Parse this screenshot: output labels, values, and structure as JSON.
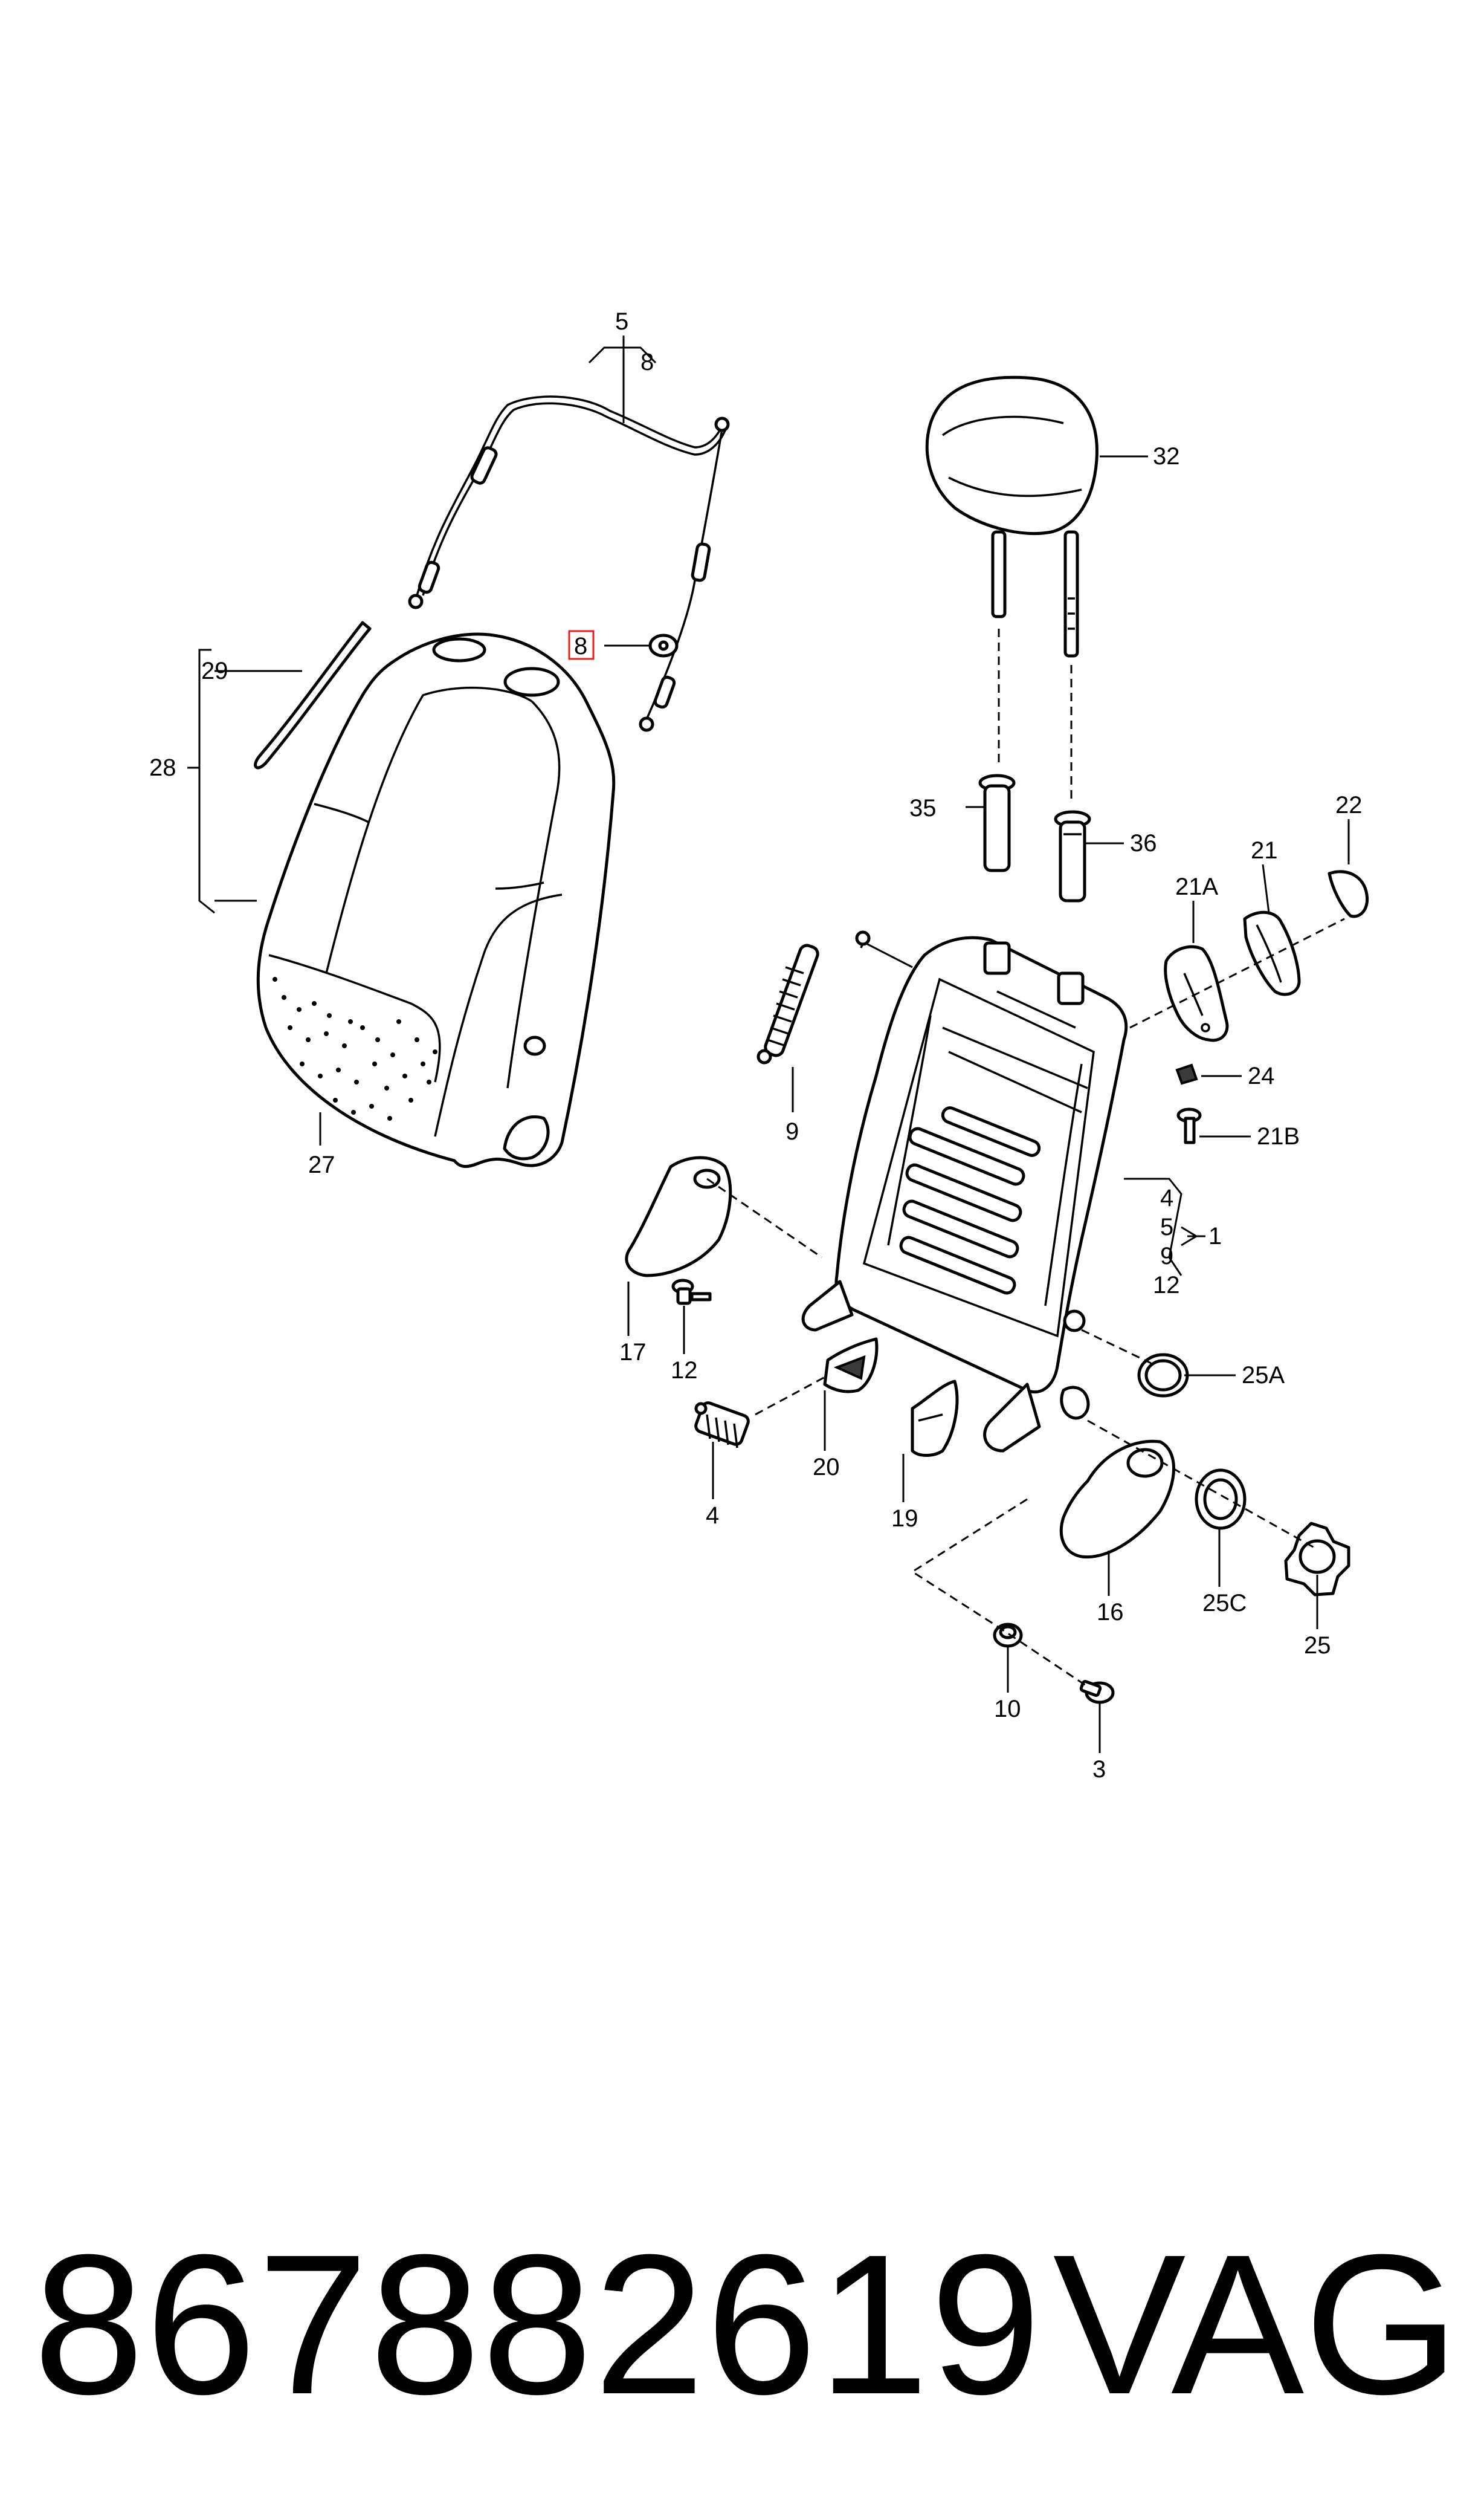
{
  "diagram": {
    "callouts": [
      "5",
      "8",
      "8",
      "29",
      "28",
      "27",
      "32",
      "35",
      "36",
      "22",
      "21",
      "21A",
      "24",
      "21B",
      "9",
      "4",
      "5",
      "9",
      "12",
      "1",
      "17",
      "12",
      "25A",
      "4",
      "20",
      "19",
      "16",
      "25C",
      "25",
      "10",
      "3"
    ],
    "highlighted_callout": "8"
  },
  "footer": {
    "part_number": "867882619",
    "brand": "VAG"
  }
}
